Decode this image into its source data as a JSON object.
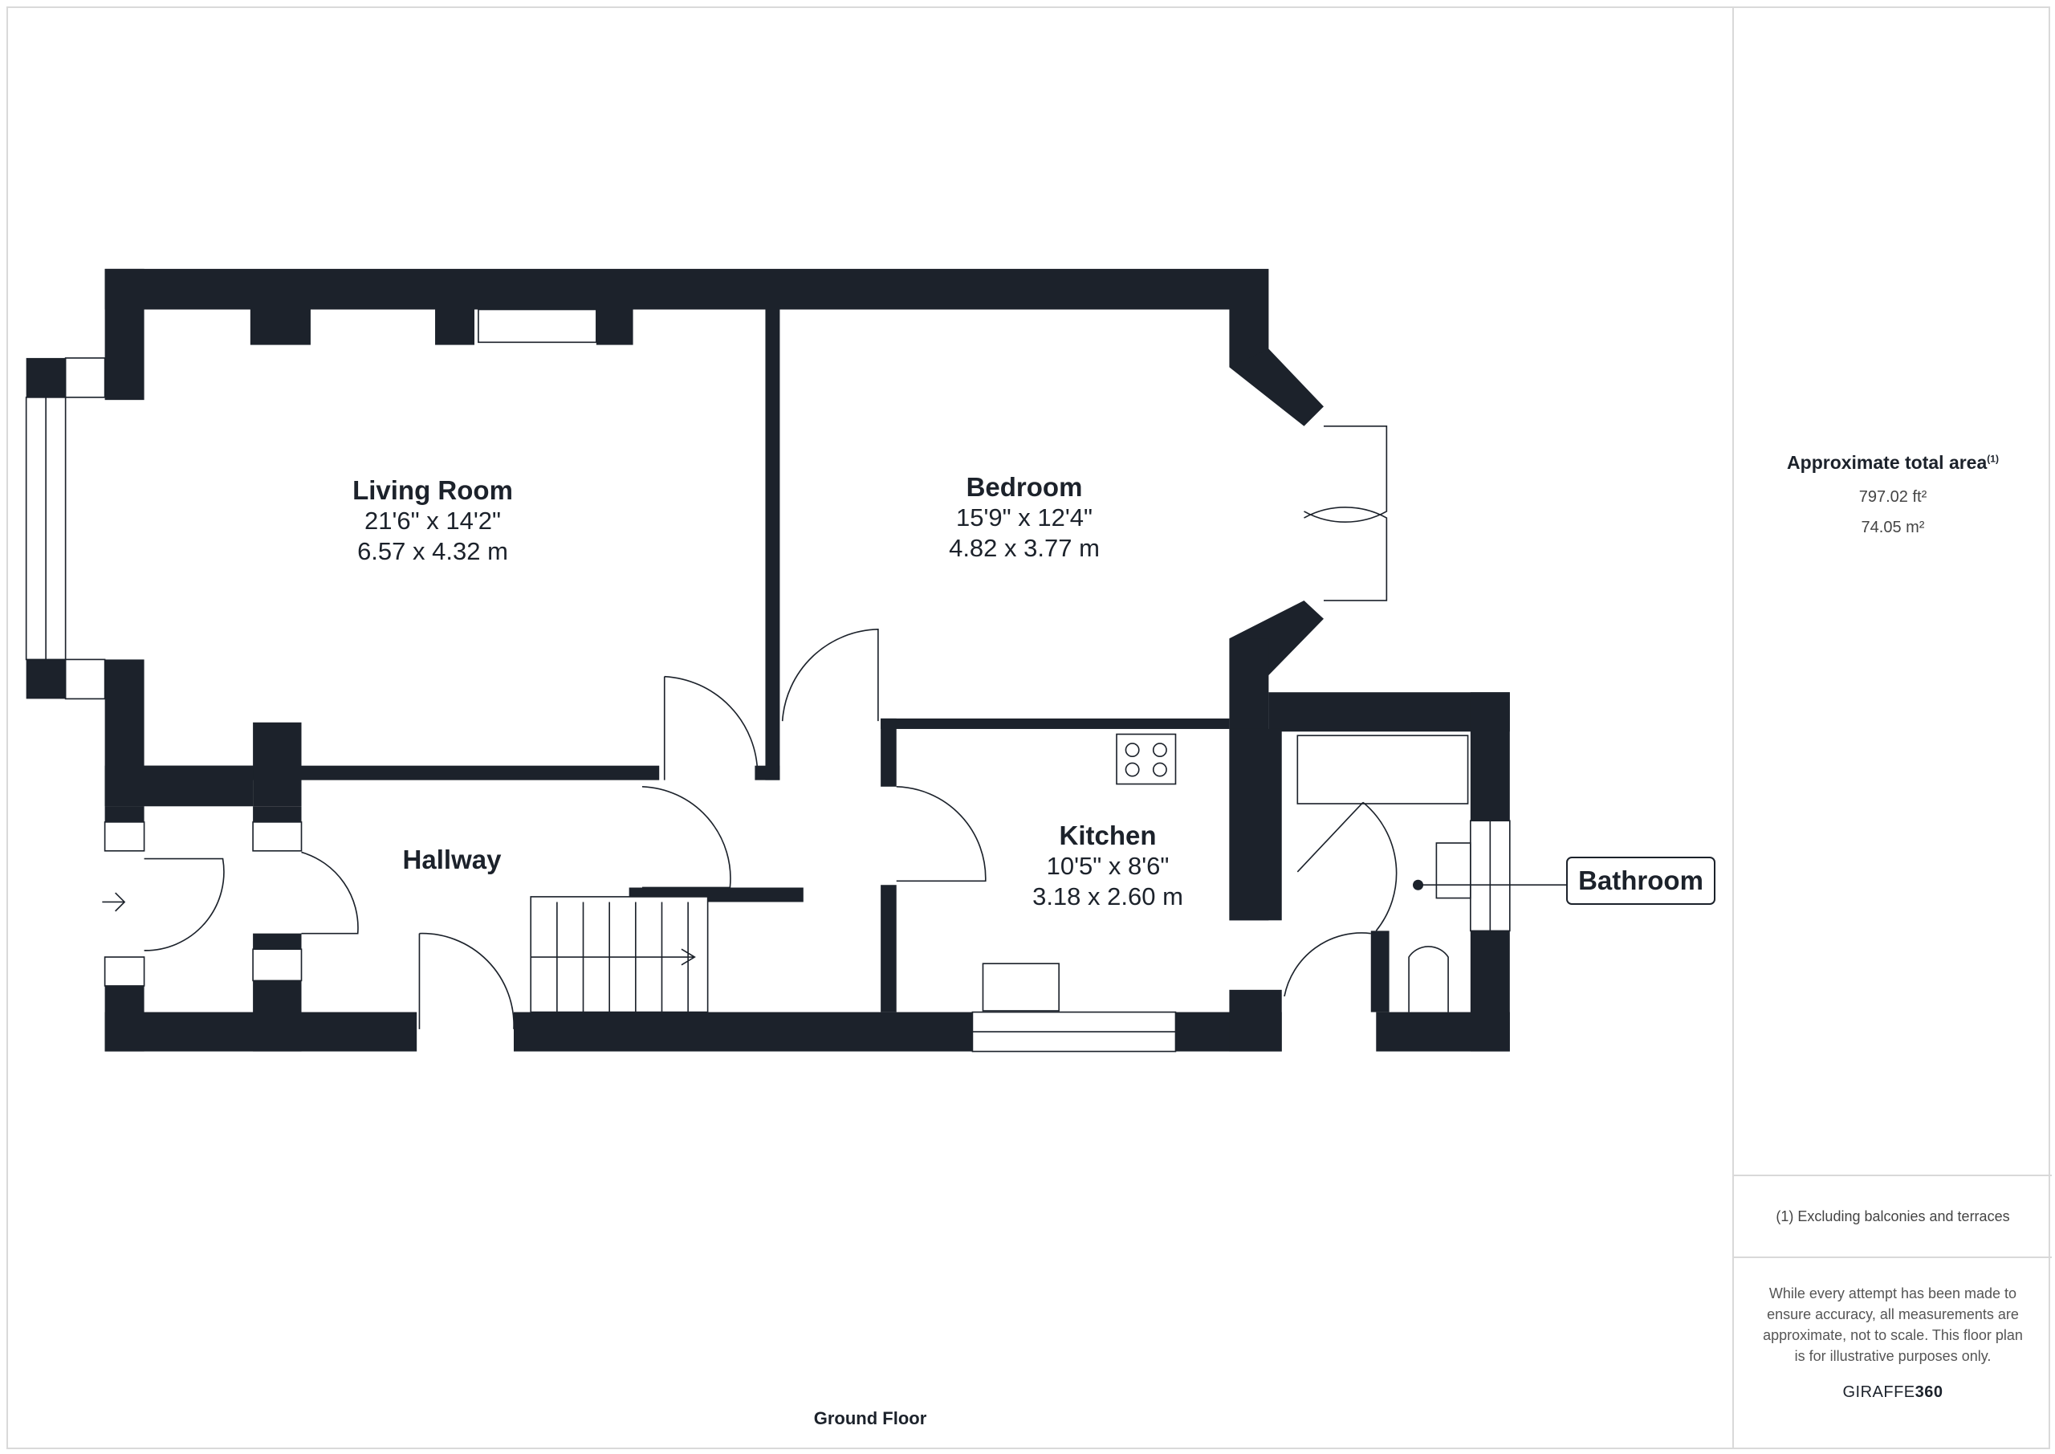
{
  "rooms": {
    "living": {
      "name": "Living Room",
      "imperial": "21'6\" x 14'2\"",
      "metric": "6.57 x 4.32 m"
    },
    "bedroom": {
      "name": "Bedroom",
      "imperial": "15'9\" x 12'4\"",
      "metric": "4.82 x 3.77 m"
    },
    "hallway": {
      "name": "Hallway"
    },
    "kitchen": {
      "name": "Kitchen",
      "imperial": "10'5\" x 8'6\"",
      "metric": "3.18 x 2.60 m"
    },
    "bathroom": {
      "name": "Bathroom"
    }
  },
  "floor_label": "Ground Floor",
  "summary": {
    "title": "Approximate total area",
    "footnote_marker": "(1)",
    "area_ft": "797.02 ft²",
    "area_m": "74.05 m²",
    "footnote": "(1) Excluding balconies and terraces",
    "disclaimer": "While every attempt has been made to ensure accuracy, all measurements are approximate, not to scale. This floor plan is for illustrative purposes only.",
    "brand_a": "GIRAFFE",
    "brand_b": "360"
  },
  "colors": {
    "wall": "#1c222b",
    "border": "#d9d9d9"
  }
}
